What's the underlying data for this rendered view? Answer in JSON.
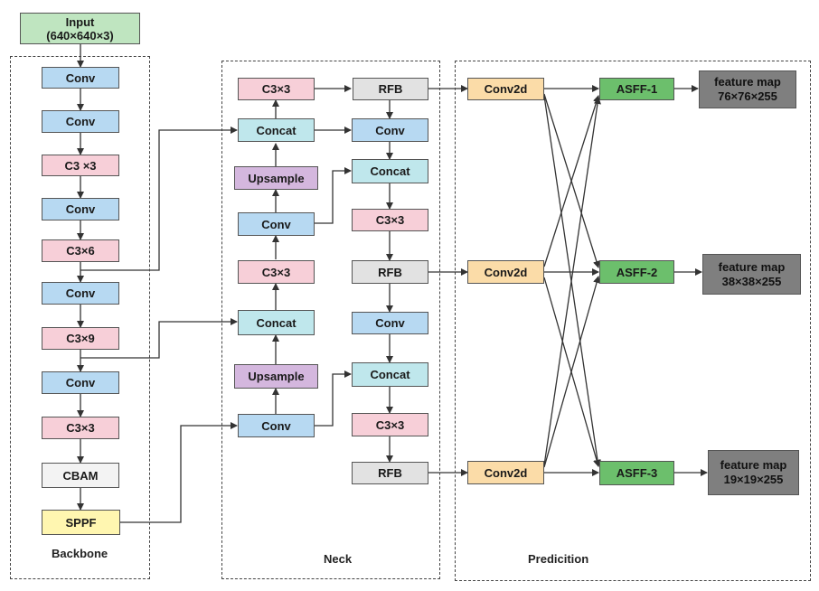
{
  "input": {
    "line1": "Input",
    "line2": "(640×640×3)"
  },
  "regions": {
    "backbone": "Backbone",
    "neck": "Neck",
    "prediction": "Predicition"
  },
  "backbone": [
    "Conv",
    "Conv",
    "C3 ×3",
    "Conv",
    "C3×6",
    "Conv",
    "C3×9",
    "Conv",
    "C3×3",
    "CBAM",
    "SPPF"
  ],
  "neck_left": [
    "C3×3",
    "Concat",
    "Upsample",
    "Conv",
    "C3×3",
    "Concat",
    "Upsample",
    "Conv"
  ],
  "neck_right": [
    "RFB",
    "Conv",
    "Concat",
    "C3×3",
    "RFB",
    "Conv",
    "Concat",
    "C3×3",
    "RFB"
  ],
  "prediction": {
    "conv2d": [
      "Conv2d",
      "Conv2d",
      "Conv2d"
    ],
    "asff": [
      "ASFF-1",
      "ASFF-2",
      "ASFF-3"
    ],
    "feature_maps": [
      {
        "title": "feature map",
        "size": "76×76×255"
      },
      {
        "title": "feature map",
        "size": "38×38×255"
      },
      {
        "title": "feature map",
        "size": "19×19×255"
      }
    ]
  },
  "colors": {
    "conv": "#b7d9f2",
    "c3": "#f7cfd8",
    "concat": "#bfe7ec",
    "upsample": "#d4b7de",
    "rfb": "#e2e2e2",
    "cbam": "#f3f3f3",
    "sppf": "#fff6b0",
    "conv2d": "#fbdca8",
    "asff": "#6cbf6c",
    "feature_map": "#7f7f7f",
    "input": "#bfe5c0"
  }
}
